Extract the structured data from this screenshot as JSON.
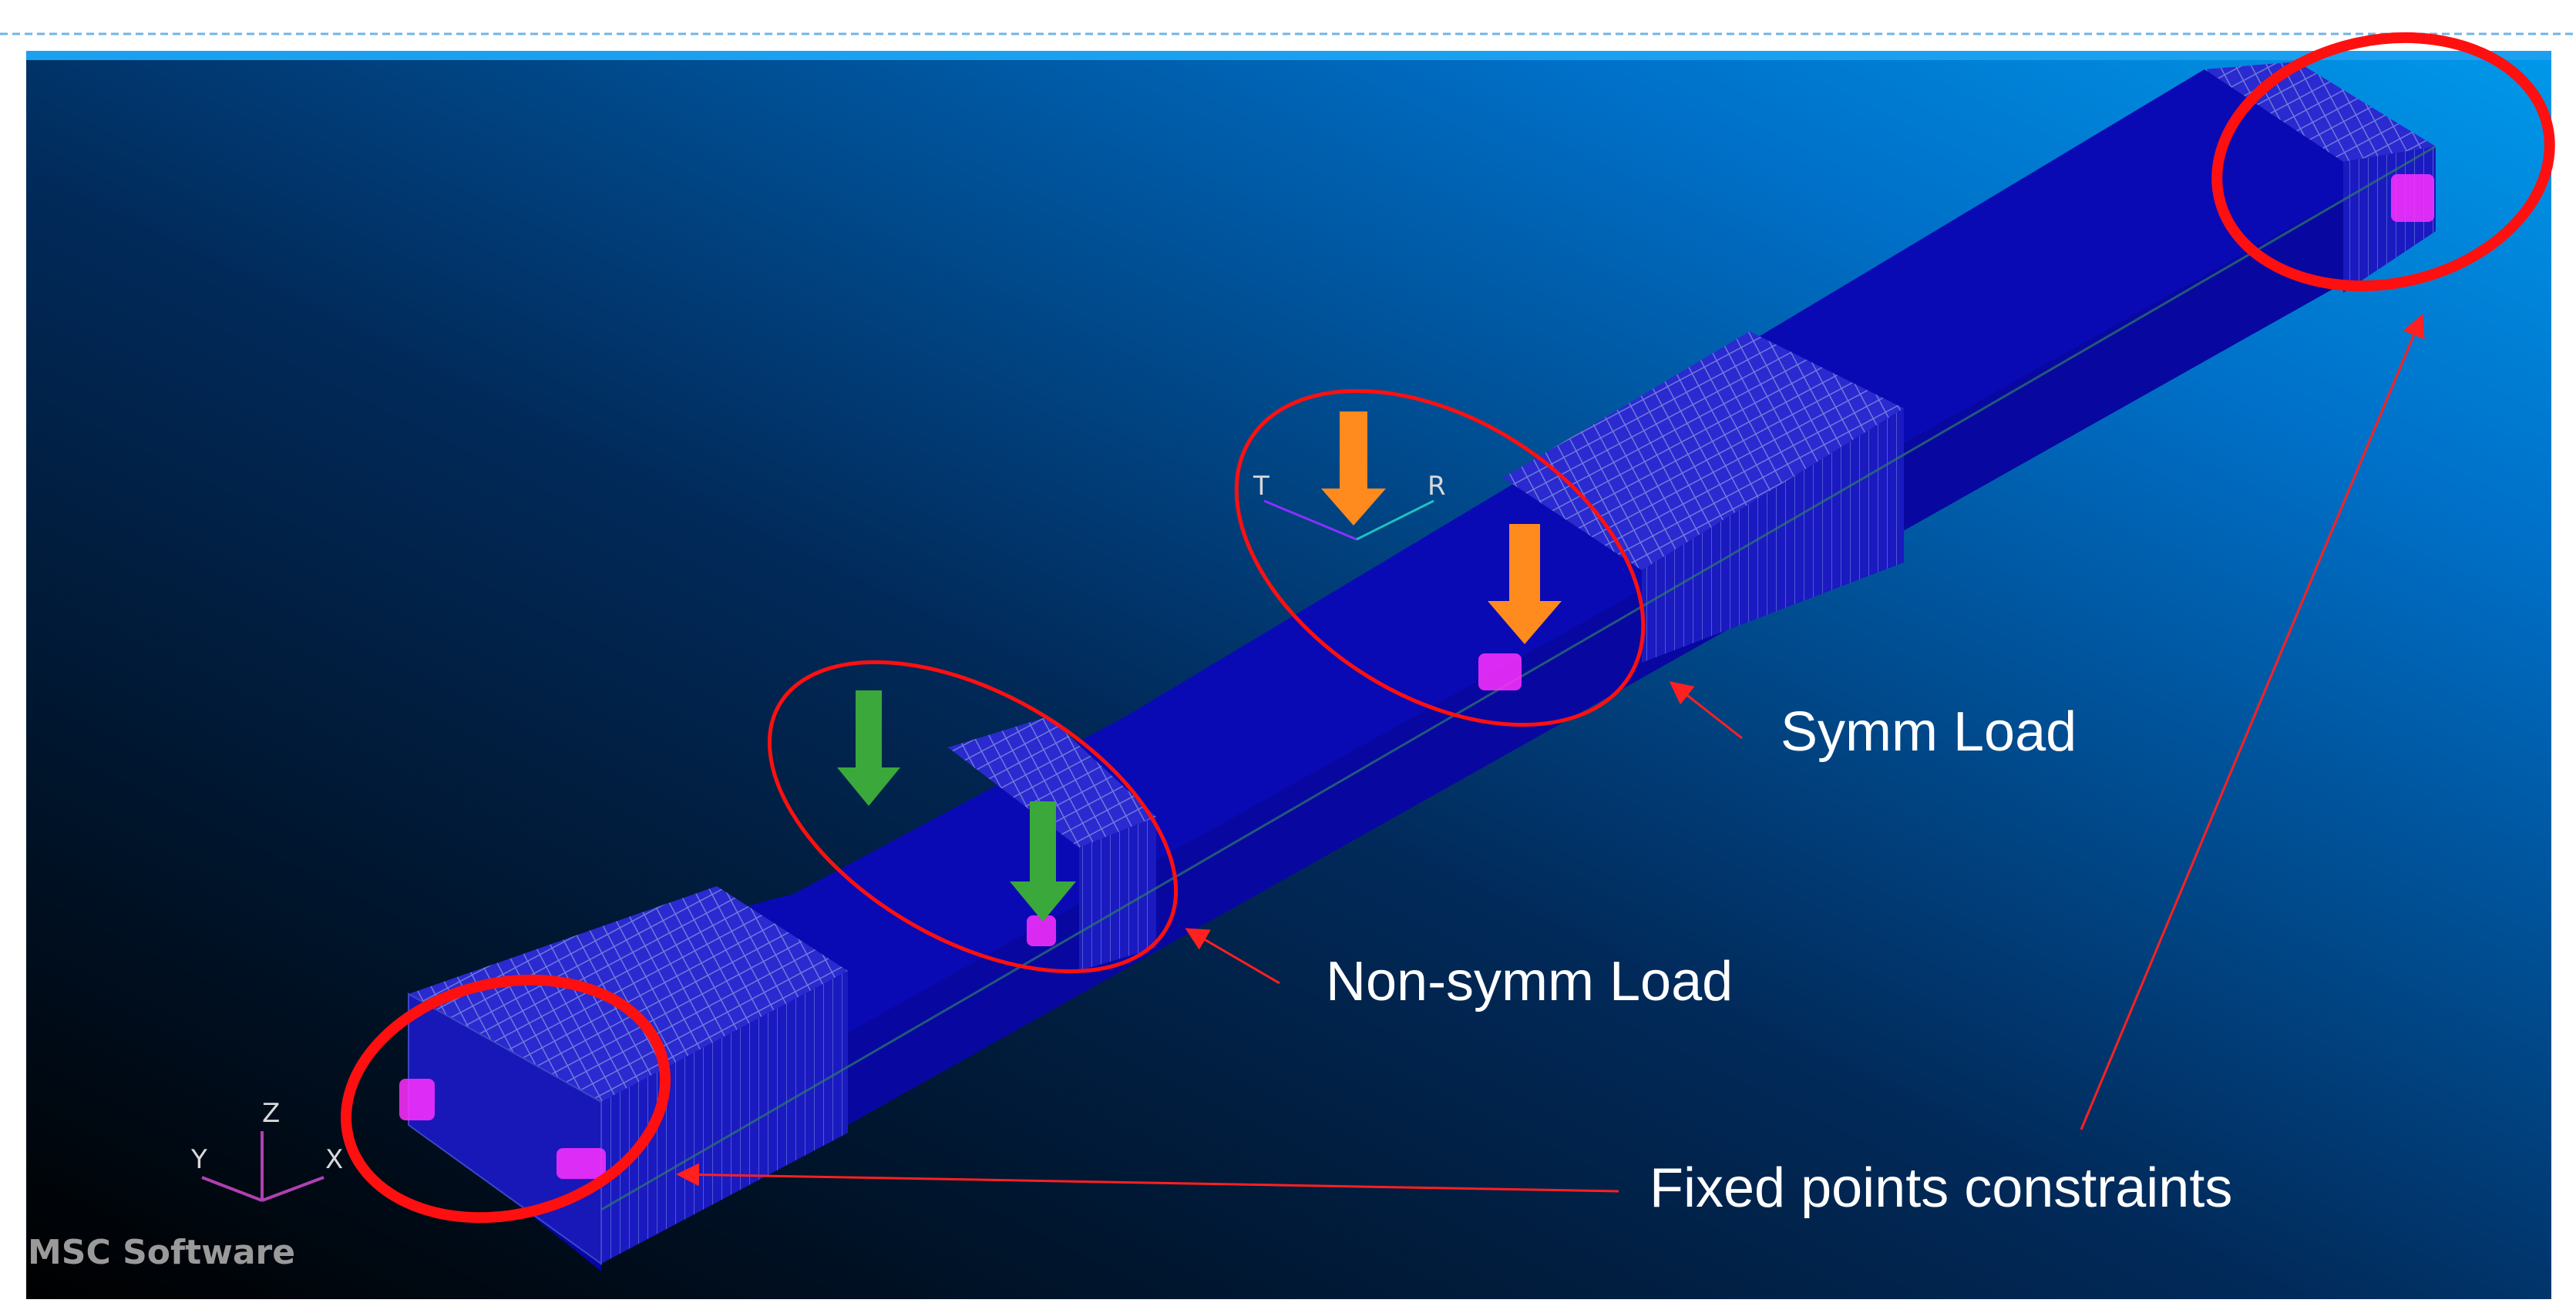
{
  "annotations": {
    "symm_load": "Symm Load",
    "nonsymm_load": "Non-symm Load",
    "fixed_points": "Fixed points constraints"
  },
  "triad": {
    "z": "Z",
    "y": "Y",
    "x": "X"
  },
  "local_triad": {
    "t": "T",
    "r": "R"
  },
  "logo": "MSC Software",
  "colors": {
    "beam": "#0a0ab4",
    "background_top": "#0090e0",
    "background_bottom": "#000000",
    "highlight_ring": "#ff1010",
    "symm_arrow": "#ff8a1e",
    "nonsymm_arrow": "#3aa83a",
    "constraint_marker": "#ff30ff"
  },
  "icons": {
    "load_arrow": "down-arrow-icon",
    "constraint": "fixed-constraint-icon",
    "axis": "coordinate-triad-icon"
  }
}
